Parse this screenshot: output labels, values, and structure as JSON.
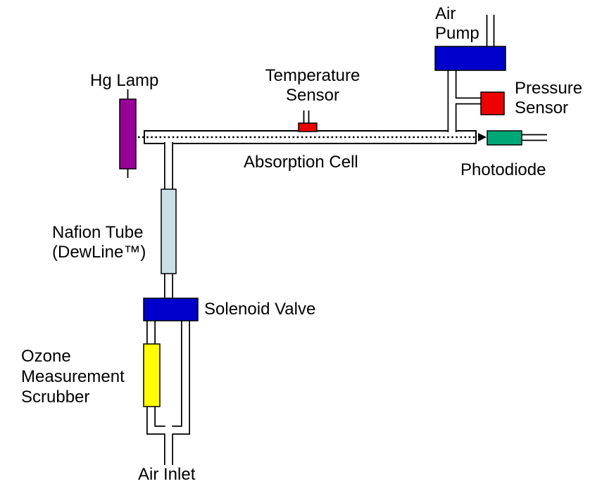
{
  "labels": {
    "air_pump": "Air\nPump",
    "hg_lamp": "Hg Lamp",
    "temperature_sensor": "Temperature\nSensor",
    "pressure_sensor": "Pressure\nSensor",
    "absorption_cell": "Absorption Cell",
    "photodiode": "Photodiode",
    "nafion_tube": "Nafion Tube\n(DewLine™)",
    "solenoid_valve": "Solenoid Valve",
    "ozone_scrubber": "Ozone\nMeasurement\nScrubber",
    "air_inlet": "Air Inlet"
  },
  "colors": {
    "hg_lamp_purple": "#990099",
    "component_blue": "#0000CC",
    "sensor_red": "#EE0000",
    "photodiode_green": "#00A878",
    "nafion_light_blue": "#C8E0E8",
    "scrubber_yellow": "#FFFF00",
    "line_black": "#000000",
    "background": "#FFFFFF"
  }
}
